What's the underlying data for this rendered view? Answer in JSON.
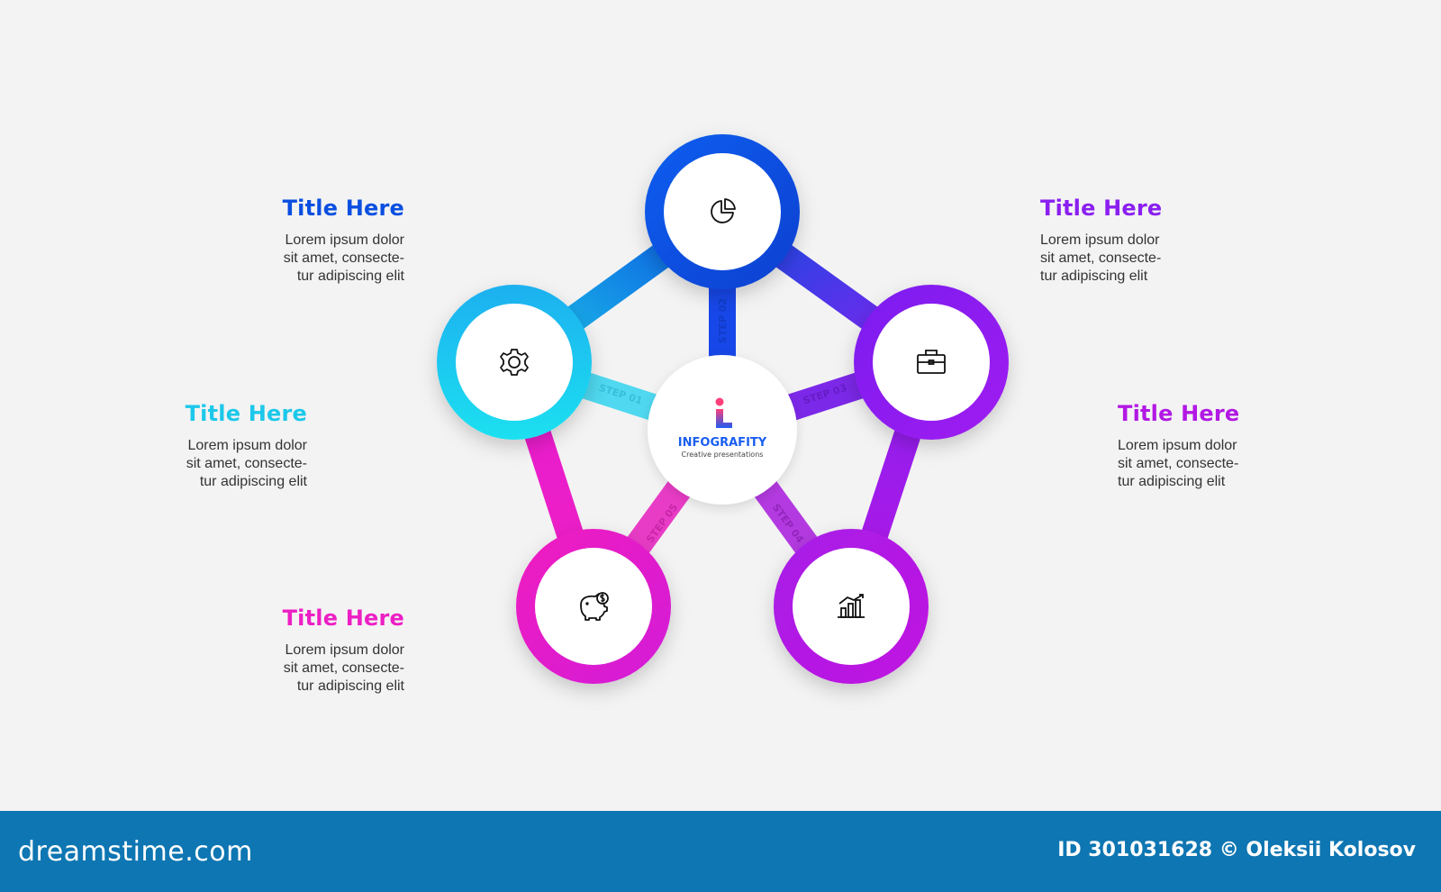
{
  "center": {
    "brand": "INFOGRAFITY",
    "tagline": "Creative presentations"
  },
  "steps": [
    {
      "title": "Title Here",
      "body": [
        "Lorem ipsum dolor",
        "sit amet, consecte-",
        "tur adipiscing elit"
      ],
      "step_label": "STEP 01",
      "icon": "gear-icon",
      "color": "#1cc8ea"
    },
    {
      "title": "Title Here",
      "body": [
        "Lorem ipsum dolor",
        "sit amet, consecte-",
        "tur adipiscing elit"
      ],
      "step_label": "STEP 02",
      "icon": "pie-chart-icon",
      "color": "#0a4fe0"
    },
    {
      "title": "Title Here",
      "body": [
        "Lorem ipsum dolor",
        "sit amet, consecte-",
        "tur adipiscing elit"
      ],
      "step_label": "STEP 03",
      "icon": "briefcase-icon",
      "color": "#8a1ff0"
    },
    {
      "title": "Title Here",
      "body": [
        "Lorem ipsum dolor",
        "sit amet, consecte-",
        "tur adipiscing elit"
      ],
      "step_label": "STEP 04",
      "icon": "bar-chart-icon",
      "color": "#b218e4"
    },
    {
      "title": "Title Here",
      "body": [
        "Lorem ipsum dolor",
        "sit amet, consecte-",
        "tur adipiscing elit"
      ],
      "step_label": "STEP 05",
      "icon": "piggy-bank-icon",
      "color": "#ec1fc4"
    }
  ],
  "footer": {
    "brand": "dreamstime.com",
    "id_text": "ID 301031628 © Oleksii Kolosov"
  }
}
